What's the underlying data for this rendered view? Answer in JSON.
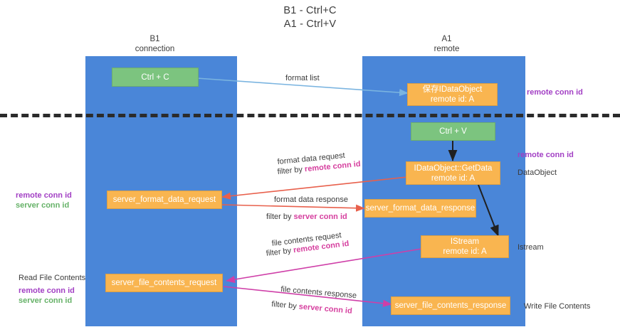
{
  "title": {
    "line1": "B1 - Ctrl+C",
    "line2": "A1 - Ctrl+V"
  },
  "lanes": [
    {
      "id": "b1",
      "name": "B1",
      "subtitle": "connection",
      "color": "#4a86d8"
    },
    {
      "id": "a1",
      "name": "A1",
      "subtitle": "remote",
      "color": "#4a86d8"
    }
  ],
  "colors": {
    "lane": "#4a86d8",
    "green_node": "#7cc47f",
    "orange_node": "#f9b550",
    "remote_conn_id": "#a23fc4",
    "server_conn_id": "#66b268",
    "arrow_blue": "#7ab4e0",
    "arrow_red": "#e8604c",
    "arrow_magenta": "#cf3fa8",
    "arrow_black": "#202020",
    "separator": "#2b2b2b"
  },
  "nodes": [
    {
      "id": "ctrl-c",
      "label_line1": "Ctrl + C",
      "label_line2": "",
      "style": "green"
    },
    {
      "id": "save-idataobject",
      "label_line1": "保存IDataObject",
      "label_line2": "remote id: A",
      "style": "orange"
    },
    {
      "id": "ctrl-v",
      "label_line1": "Ctrl + V",
      "label_line2": "",
      "style": "green"
    },
    {
      "id": "idataobject-getdata",
      "label_line1": "IDataObject::GetData",
      "label_line2": "remote id: A",
      "style": "orange"
    },
    {
      "id": "server-format-data-request",
      "label_line1": "server_format_data_request",
      "label_line2": "",
      "style": "orange"
    },
    {
      "id": "server-format-data-response",
      "label_line1": "server_format_data_response",
      "label_line2": "",
      "style": "orange"
    },
    {
      "id": "istream",
      "label_line1": "IStream",
      "label_line2": "remote id: A",
      "style": "orange"
    },
    {
      "id": "server-file-contents-request",
      "label_line1": "server_file_contents_request",
      "label_line2": "",
      "style": "orange"
    },
    {
      "id": "server-file-contents-response",
      "label_line1": "server_file_contents_response",
      "label_line2": "",
      "style": "orange"
    }
  ],
  "edge_labels": {
    "format_list": "format list",
    "format_data_request": "format data request",
    "filter_by_prefix": "filter by",
    "remote_conn_id": "remote conn id",
    "server_conn_id": "server conn id",
    "format_data_response": "format data response",
    "file_contents_request": "file contents request",
    "file_contents_response": "file contents response"
  },
  "annotations": {
    "remote_conn_id_top": "remote conn id",
    "remote_conn_id_mid": "remote conn id",
    "dataobject": "DataObject",
    "istream": "Istream",
    "write_file_contents": "Write File Contents",
    "read_file_contents": "Read File Contents",
    "left_remote_conn_id_1": "remote conn id",
    "left_server_conn_id_1": "server conn id",
    "left_remote_conn_id_2": "remote conn id",
    "left_server_conn_id_2": "server conn id"
  }
}
